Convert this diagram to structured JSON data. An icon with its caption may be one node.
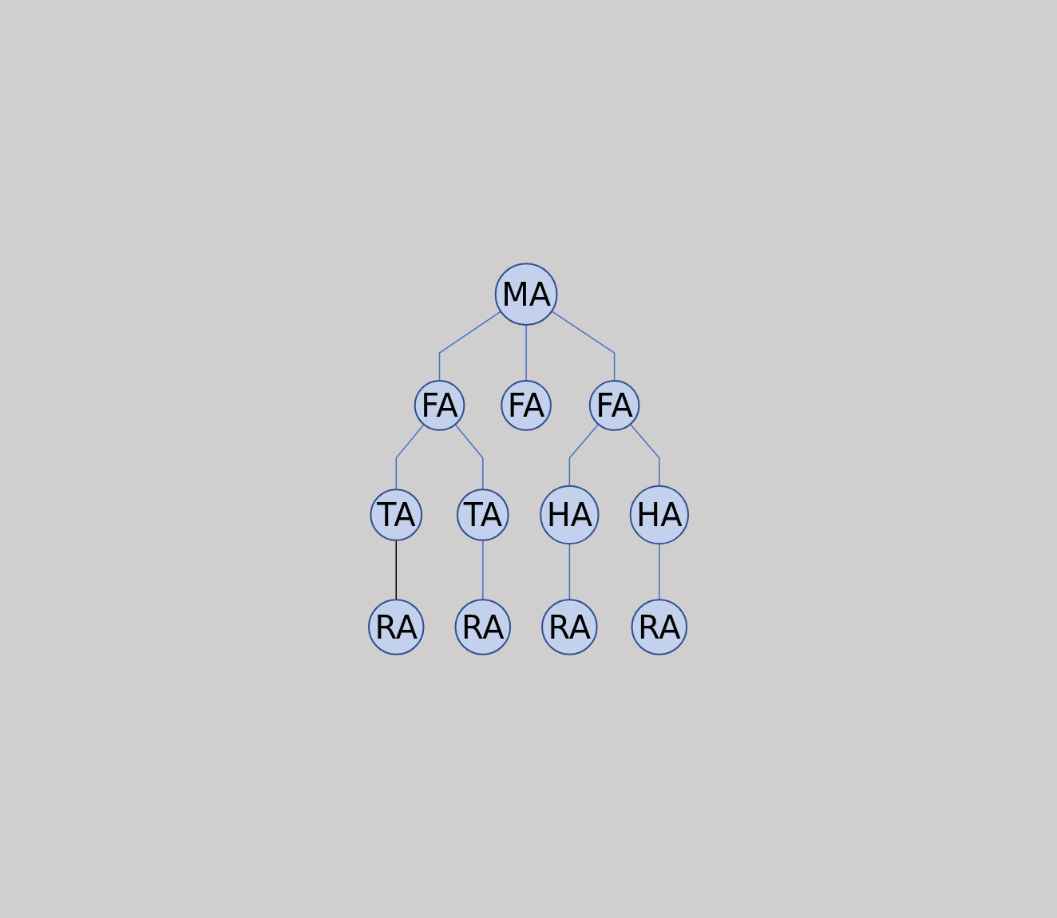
{
  "diagram": {
    "nodes": [
      {
        "text": [
          "MA"
        ]
      },
      {
        "text": [
          "FA"
        ]
      },
      {
        "text": [
          "FA"
        ]
      },
      {
        "text": [
          "FA"
        ]
      },
      {
        "text": [
          "TA"
        ]
      },
      {
        "text": [
          "TA"
        ]
      },
      {
        "text": [
          "HA"
        ]
      },
      {
        "text": [
          "HA"
        ]
      },
      {
        "text": [
          "RA"
        ]
      },
      {
        "text": [
          "RA"
        ]
      },
      {
        "text": [
          "RA"
        ]
      },
      {
        "text": [
          "RA"
        ]
      }
    ],
    "edges": [
      {
        "from": 0,
        "to": 1,
        "arrow": "none"
      },
      {
        "from": 0,
        "to": 2,
        "arrow": "none"
      },
      {
        "from": 0,
        "to": 3,
        "arrow": "none"
      },
      {
        "from": 1,
        "to": 4,
        "arrow": "none"
      },
      {
        "from": 1,
        "to": 5,
        "arrow": "none"
      },
      {
        "from": 3,
        "to": 6,
        "arrow": "none"
      },
      {
        "from": 3,
        "to": 7,
        "arrow": "none"
      },
      {
        "from": 4,
        "to": 8,
        "arrow": "none",
        "color": "#000000"
      },
      {
        "from": 5,
        "to": 9,
        "arrow": "none"
      },
      {
        "from": 6,
        "to": 10,
        "arrow": "none"
      },
      {
        "from": 7,
        "to": 11,
        "arrow": "none"
      }
    ]
  }
}
